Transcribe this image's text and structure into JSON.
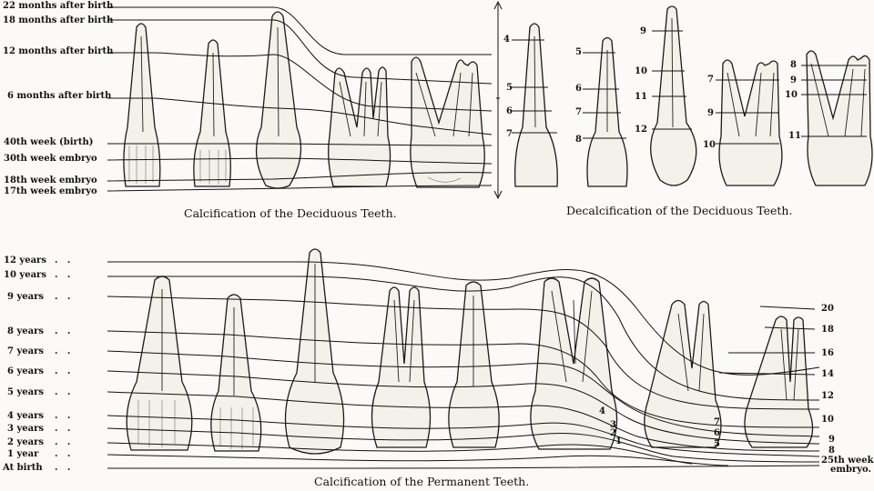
{
  "deciduous_calcification": {
    "caption": "Calcification of the Deciduous Teeth.",
    "stages": [
      "22 months after birth",
      "18 months after birth",
      "12 months after birth",
      "6 months after birth",
      "40th week (birth)",
      "30th week embryo",
      "18th week embryo",
      "17th week embryo"
    ]
  },
  "deciduous_decalcification": {
    "caption": "Decalcification of the Deciduous Teeth.",
    "tooth_labels": [
      [
        "4",
        "5",
        "6",
        "7"
      ],
      [
        "5",
        "6",
        "7",
        "8"
      ],
      [
        "9",
        "10",
        "11",
        "12"
      ],
      [
        "7",
        "9",
        "10"
      ],
      [
        "8",
        "9",
        "10",
        "11"
      ]
    ]
  },
  "permanent_calcification": {
    "caption": "Calcification of the Permanent Teeth.",
    "stages": [
      "12 years",
      "10 years",
      "9 years",
      "8 years",
      "7 years",
      "6 years",
      "5 years",
      "4 years",
      "3 years",
      "2 years",
      "1 year",
      "At birth"
    ],
    "right_labels": [
      "20",
      "18",
      "16",
      "14",
      "12",
      "10",
      "9",
      "8",
      "25th week embryo."
    ],
    "inner_labels_a": [
      "4",
      "3",
      "2",
      "1"
    ],
    "inner_labels_b": [
      "7",
      "6",
      "5"
    ]
  }
}
